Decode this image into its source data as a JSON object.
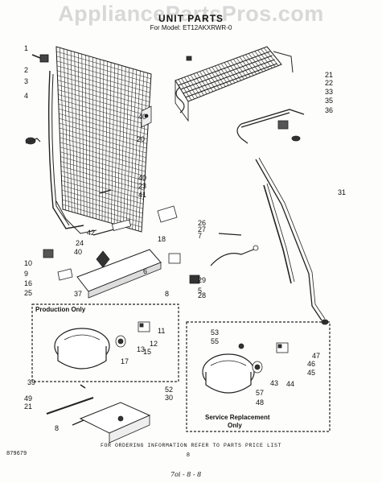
{
  "watermark": "AppliancePartsPros.com",
  "header": {
    "title": "UNIT PARTS",
    "model": "For Model: ET12AKXRWR-0"
  },
  "boxes": {
    "production": "Production Only",
    "service_line1": "Service Replacement",
    "service_line2": "Only"
  },
  "callouts": [
    "1",
    "2",
    "3",
    "4",
    "5",
    "6",
    "7",
    "8",
    "8",
    "9",
    "10",
    "11",
    "12",
    "13",
    "15",
    "16",
    "17",
    "18",
    "20",
    "21",
    "21",
    "22",
    "23",
    "24",
    "25",
    "26",
    "27",
    "28",
    "29",
    "30",
    "31",
    "33",
    "35",
    "36",
    "37",
    "39",
    "40",
    "40",
    "40",
    "41",
    "42",
    "43",
    "44",
    "45",
    "46",
    "47",
    "48",
    "49",
    "52",
    "53",
    "55",
    "57"
  ],
  "footer": {
    "note": "FOR ORDERING INFORMATION REFER TO PARTS PRICE LIST",
    "doc_number": "879679",
    "page": "8",
    "handwritten": "7oi - 8 - 8"
  }
}
